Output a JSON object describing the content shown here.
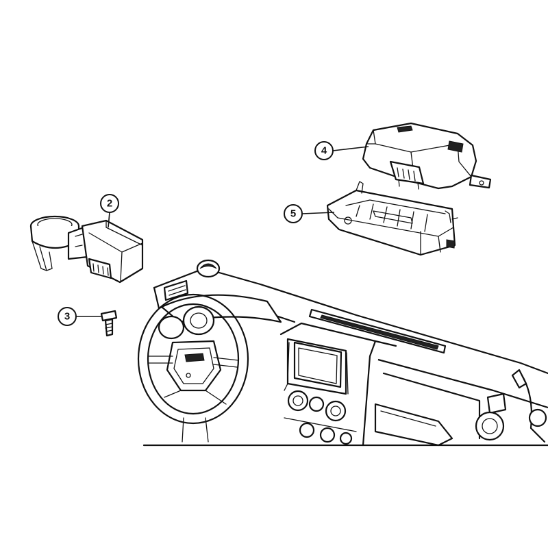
{
  "diagram": {
    "callouts": [
      {
        "id": "2",
        "label": "2",
        "part": "cluster-module"
      },
      {
        "id": "3",
        "label": "3",
        "part": "mounting-screw"
      },
      {
        "id": "4",
        "label": "4",
        "part": "control-module"
      },
      {
        "id": "5",
        "label": "5",
        "part": "module-bracket"
      }
    ],
    "colors": {
      "line": "#111111",
      "background": "#ffffff"
    }
  }
}
